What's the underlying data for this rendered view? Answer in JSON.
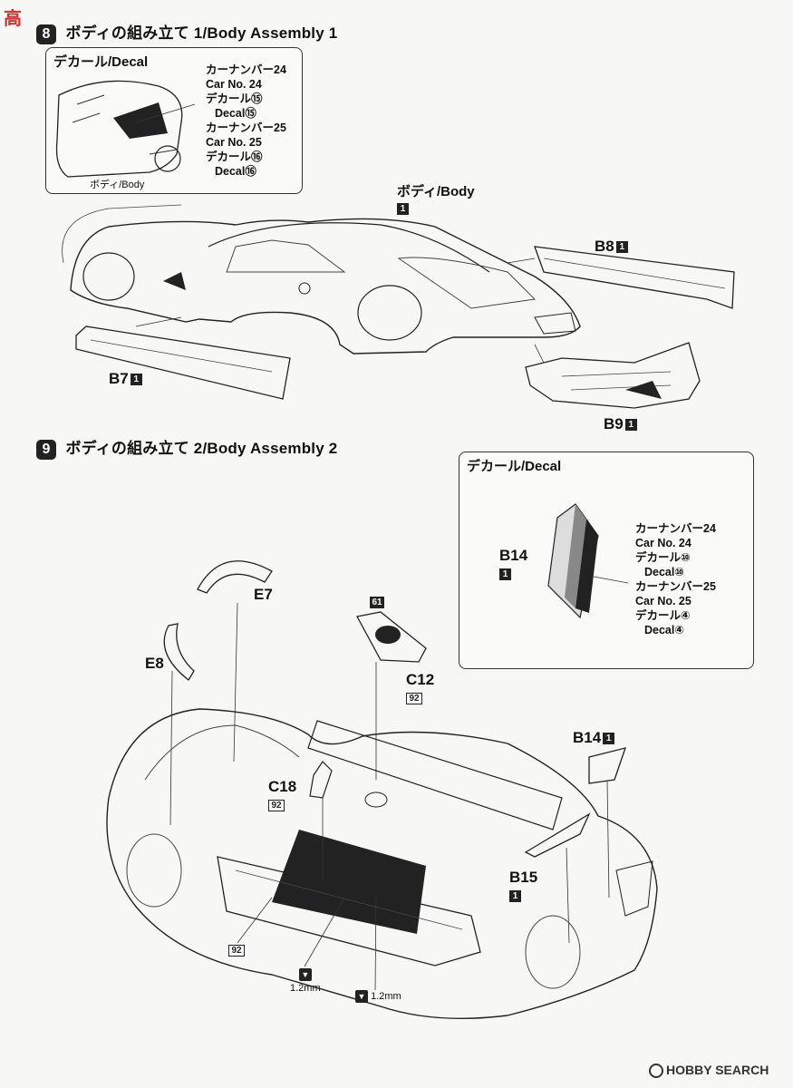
{
  "watermark_top": "高",
  "section1": {
    "number": "8",
    "title": "ボディの組み立て 1/Body Assembly 1"
  },
  "decal_box1": {
    "title": "デカール/Decal",
    "caption": "ボディ/Body",
    "lines": [
      "カーナンバー24",
      "Car No. 24",
      "デカール⑮",
      "Decal⑮",
      "カーナンバー25",
      "Car No. 25",
      "デカール⑯",
      "Decal⑯"
    ]
  },
  "parts1": {
    "body_label": "ボディ/Body",
    "body_num": "1",
    "b8": "B8",
    "b8_num": "1",
    "b7": "B7",
    "b7_num": "1",
    "b9": "B9",
    "b9_num": "1"
  },
  "section2": {
    "number": "9",
    "title": "ボディの組み立て 2/Body Assembly 2"
  },
  "decal_box2": {
    "title": "デカール/Decal",
    "part": "B14",
    "part_num": "1",
    "lines": [
      "カーナンバー24",
      "Car No. 24",
      "デカール⑩",
      "Decal⑩",
      "カーナンバー25",
      "Car No. 25",
      "デカール④",
      "Decal④"
    ]
  },
  "parts2": {
    "e7": "E7",
    "e8": "E8",
    "c12": "C12",
    "c12_code": "92",
    "code61": "61",
    "c18": "C18",
    "c18_code": "92",
    "b14": "B14",
    "b14_num": "1",
    "b15": "B15",
    "b15_num": "1",
    "code92": "92",
    "tape1": "1.2mm",
    "tape2": "1.2mm"
  },
  "footer_logo": "HOBBY SEARCH"
}
